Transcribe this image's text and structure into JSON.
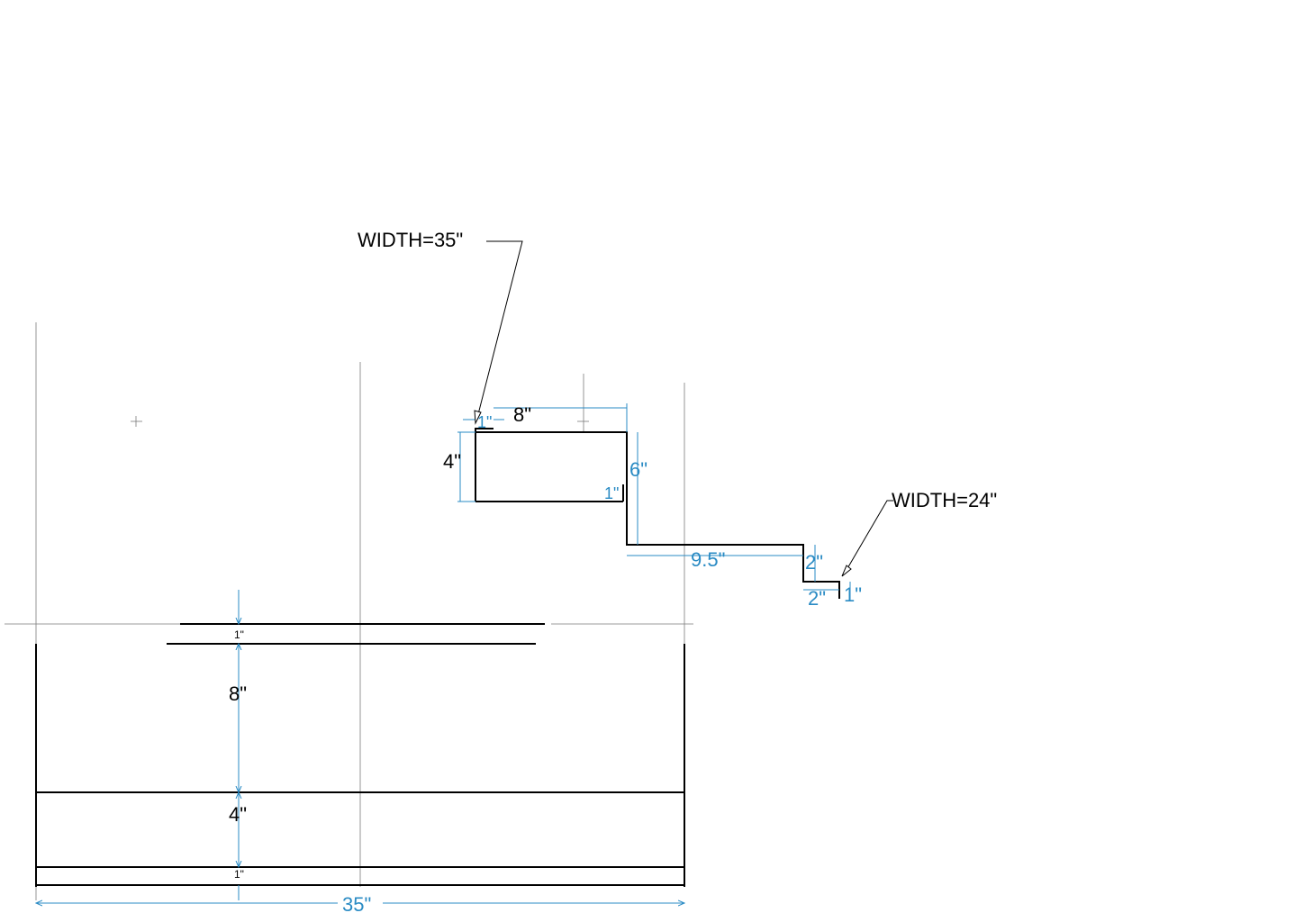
{
  "colors": {
    "outline": "#000000",
    "dimension": "#2a8bc4",
    "construction": "#7a7a7a"
  },
  "callouts": {
    "width_35": "WIDTH=35\"",
    "width_24": "WIDTH=24\""
  },
  "profile_dimensions": {
    "top_lip": "1\"",
    "top_length": "8\"",
    "left_height": "4\"",
    "right_height": "6\"",
    "inner_lip": "1\"",
    "step_run": "9.5\"",
    "step_drop": "2\"",
    "small_run": "2\"",
    "end_drop": "1\""
  },
  "front_view_dimensions": {
    "top_strip": "1\"",
    "upper_panel": "8\"",
    "lower_panel": "4\"",
    "bottom_strip": "1\"",
    "overall_width": "35\""
  }
}
